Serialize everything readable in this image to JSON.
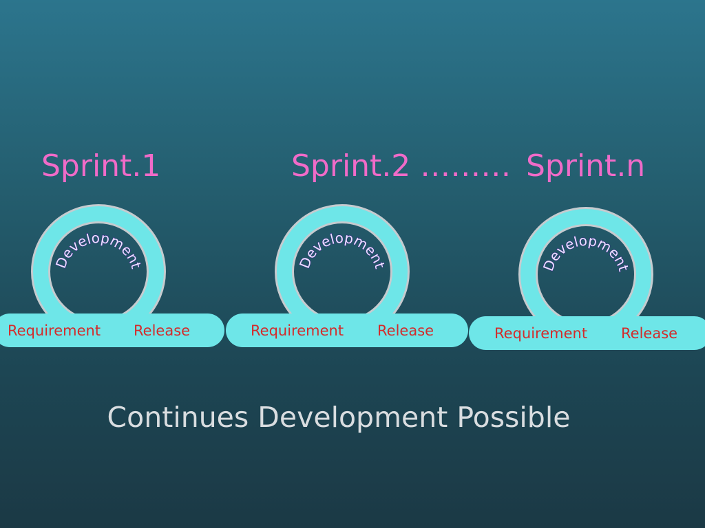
{
  "sprints": [
    {
      "title": "Sprint.1",
      "phase_arc": "Development",
      "phase_left": "Requirement",
      "phase_right": "Release"
    },
    {
      "title": "Sprint.2 ………",
      "phase_arc": "Development",
      "phase_left": "Requirement",
      "phase_right": "Release"
    },
    {
      "title": "Sprint.n",
      "phase_arc": "Development",
      "phase_left": "Requirement",
      "phase_right": "Release"
    }
  ],
  "footer": "Continues Development Possible",
  "colors": {
    "title": "#f06bc8",
    "ring": "#6ee6e8",
    "ring_border": "#c5cbcf",
    "phase_label": "#d32b2b",
    "footer_text": "#d9dde0"
  }
}
